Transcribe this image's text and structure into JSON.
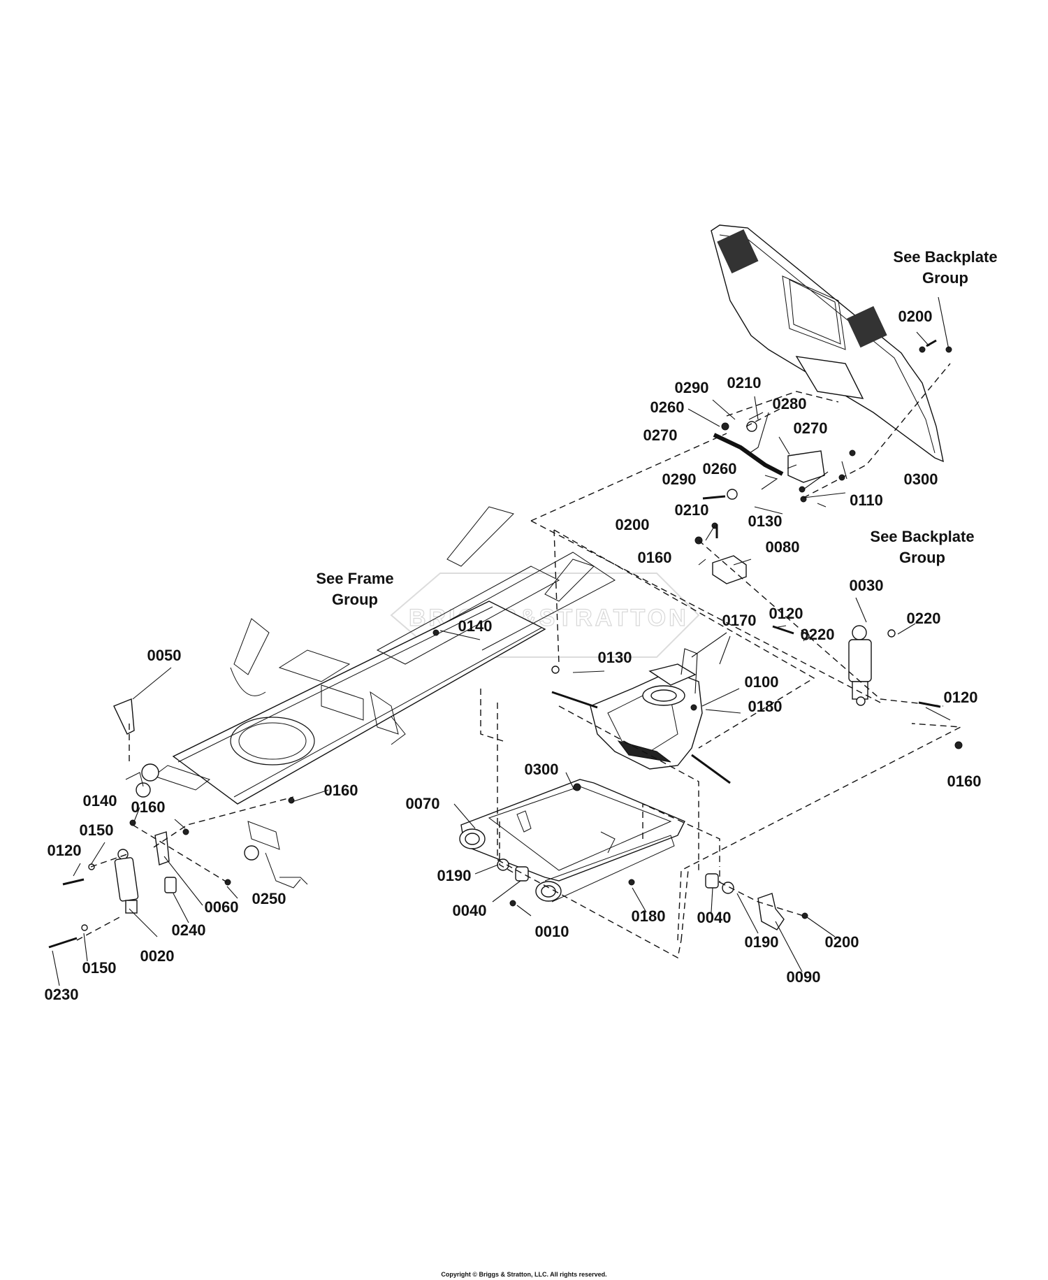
{
  "diagram": {
    "group_labels": [
      {
        "id": "backplate-top",
        "lines": [
          "See Backplate",
          "Group"
        ]
      },
      {
        "id": "backplate-mid",
        "lines": [
          "See Backplate",
          "Group"
        ]
      },
      {
        "id": "frame",
        "lines": [
          "See Frame",
          "Group"
        ]
      }
    ],
    "callouts": [
      "0200",
      "0290",
      "0210",
      "0280",
      "0260",
      "0270",
      "0270",
      "0300",
      "0290",
      "0260",
      "0110",
      "0210",
      "0130",
      "0200",
      "0160",
      "0080",
      "0030",
      "0120",
      "0220",
      "0220",
      "0170",
      "0140",
      "0130",
      "0100",
      "0120",
      "0180",
      "0050",
      "0300",
      "0160",
      "0070",
      "0140",
      "0160",
      "0160",
      "0150",
      "0120",
      "0190",
      "0040",
      "0180",
      "0040",
      "0060",
      "0250",
      "0010",
      "0190",
      "0200",
      "0240",
      "0020",
      "0090",
      "0150",
      "0230"
    ],
    "watermark": "BRIGGS&STRATTON",
    "copyright": "Copyright © Briggs & Stratton, LLC. All rights reserved."
  }
}
